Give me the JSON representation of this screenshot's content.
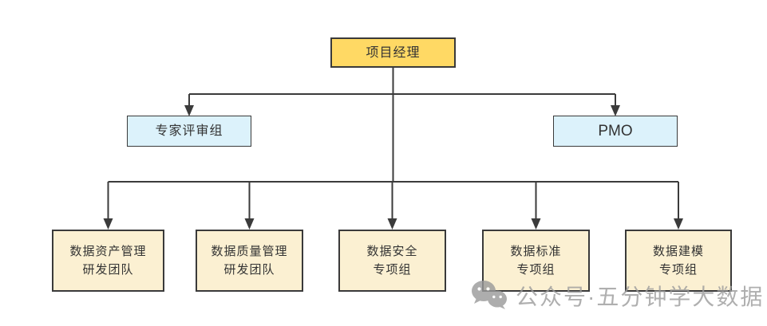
{
  "diagram": {
    "type": "org-chart",
    "nodes": {
      "pm": {
        "label": "项目经理",
        "fill": "#ffd964",
        "level": 1
      },
      "review": {
        "label": "专家评审组",
        "fill": "#dcf2fb",
        "level": 2
      },
      "pmo": {
        "label": "PMO",
        "fill": "#dcf2fb",
        "level": 2
      },
      "asset": {
        "label": "数据资产管理\n研发团队",
        "fill": "#fbf0d2",
        "level": 3
      },
      "quality": {
        "label": "数据质量管理\n研发团队",
        "fill": "#fbf0d2",
        "level": 3
      },
      "security": {
        "label": "数据安全\n专项组",
        "fill": "#fbf0d2",
        "level": 3
      },
      "standard": {
        "label": "数据标准\n专项组",
        "fill": "#fbf0d2",
        "level": 3
      },
      "modeling": {
        "label": "数据建模\n专项组",
        "fill": "#fbf0d2",
        "level": 3
      }
    },
    "edges": [
      {
        "from": "pm",
        "to": "review"
      },
      {
        "from": "pm",
        "to": "pmo"
      },
      {
        "from": "pm",
        "to": "asset"
      },
      {
        "from": "pm",
        "to": "quality"
      },
      {
        "from": "pm",
        "to": "security"
      },
      {
        "from": "pm",
        "to": "standard"
      },
      {
        "from": "pm",
        "to": "modeling"
      }
    ],
    "colors": {
      "line": "#3b3b3b",
      "border": "#3a3a3a",
      "text": "#333333",
      "background": "#ffffff"
    }
  },
  "watermark": {
    "icon": "wechat-icon",
    "text": "公众号·五分钟学大数据",
    "color": "#9c9c9c"
  }
}
